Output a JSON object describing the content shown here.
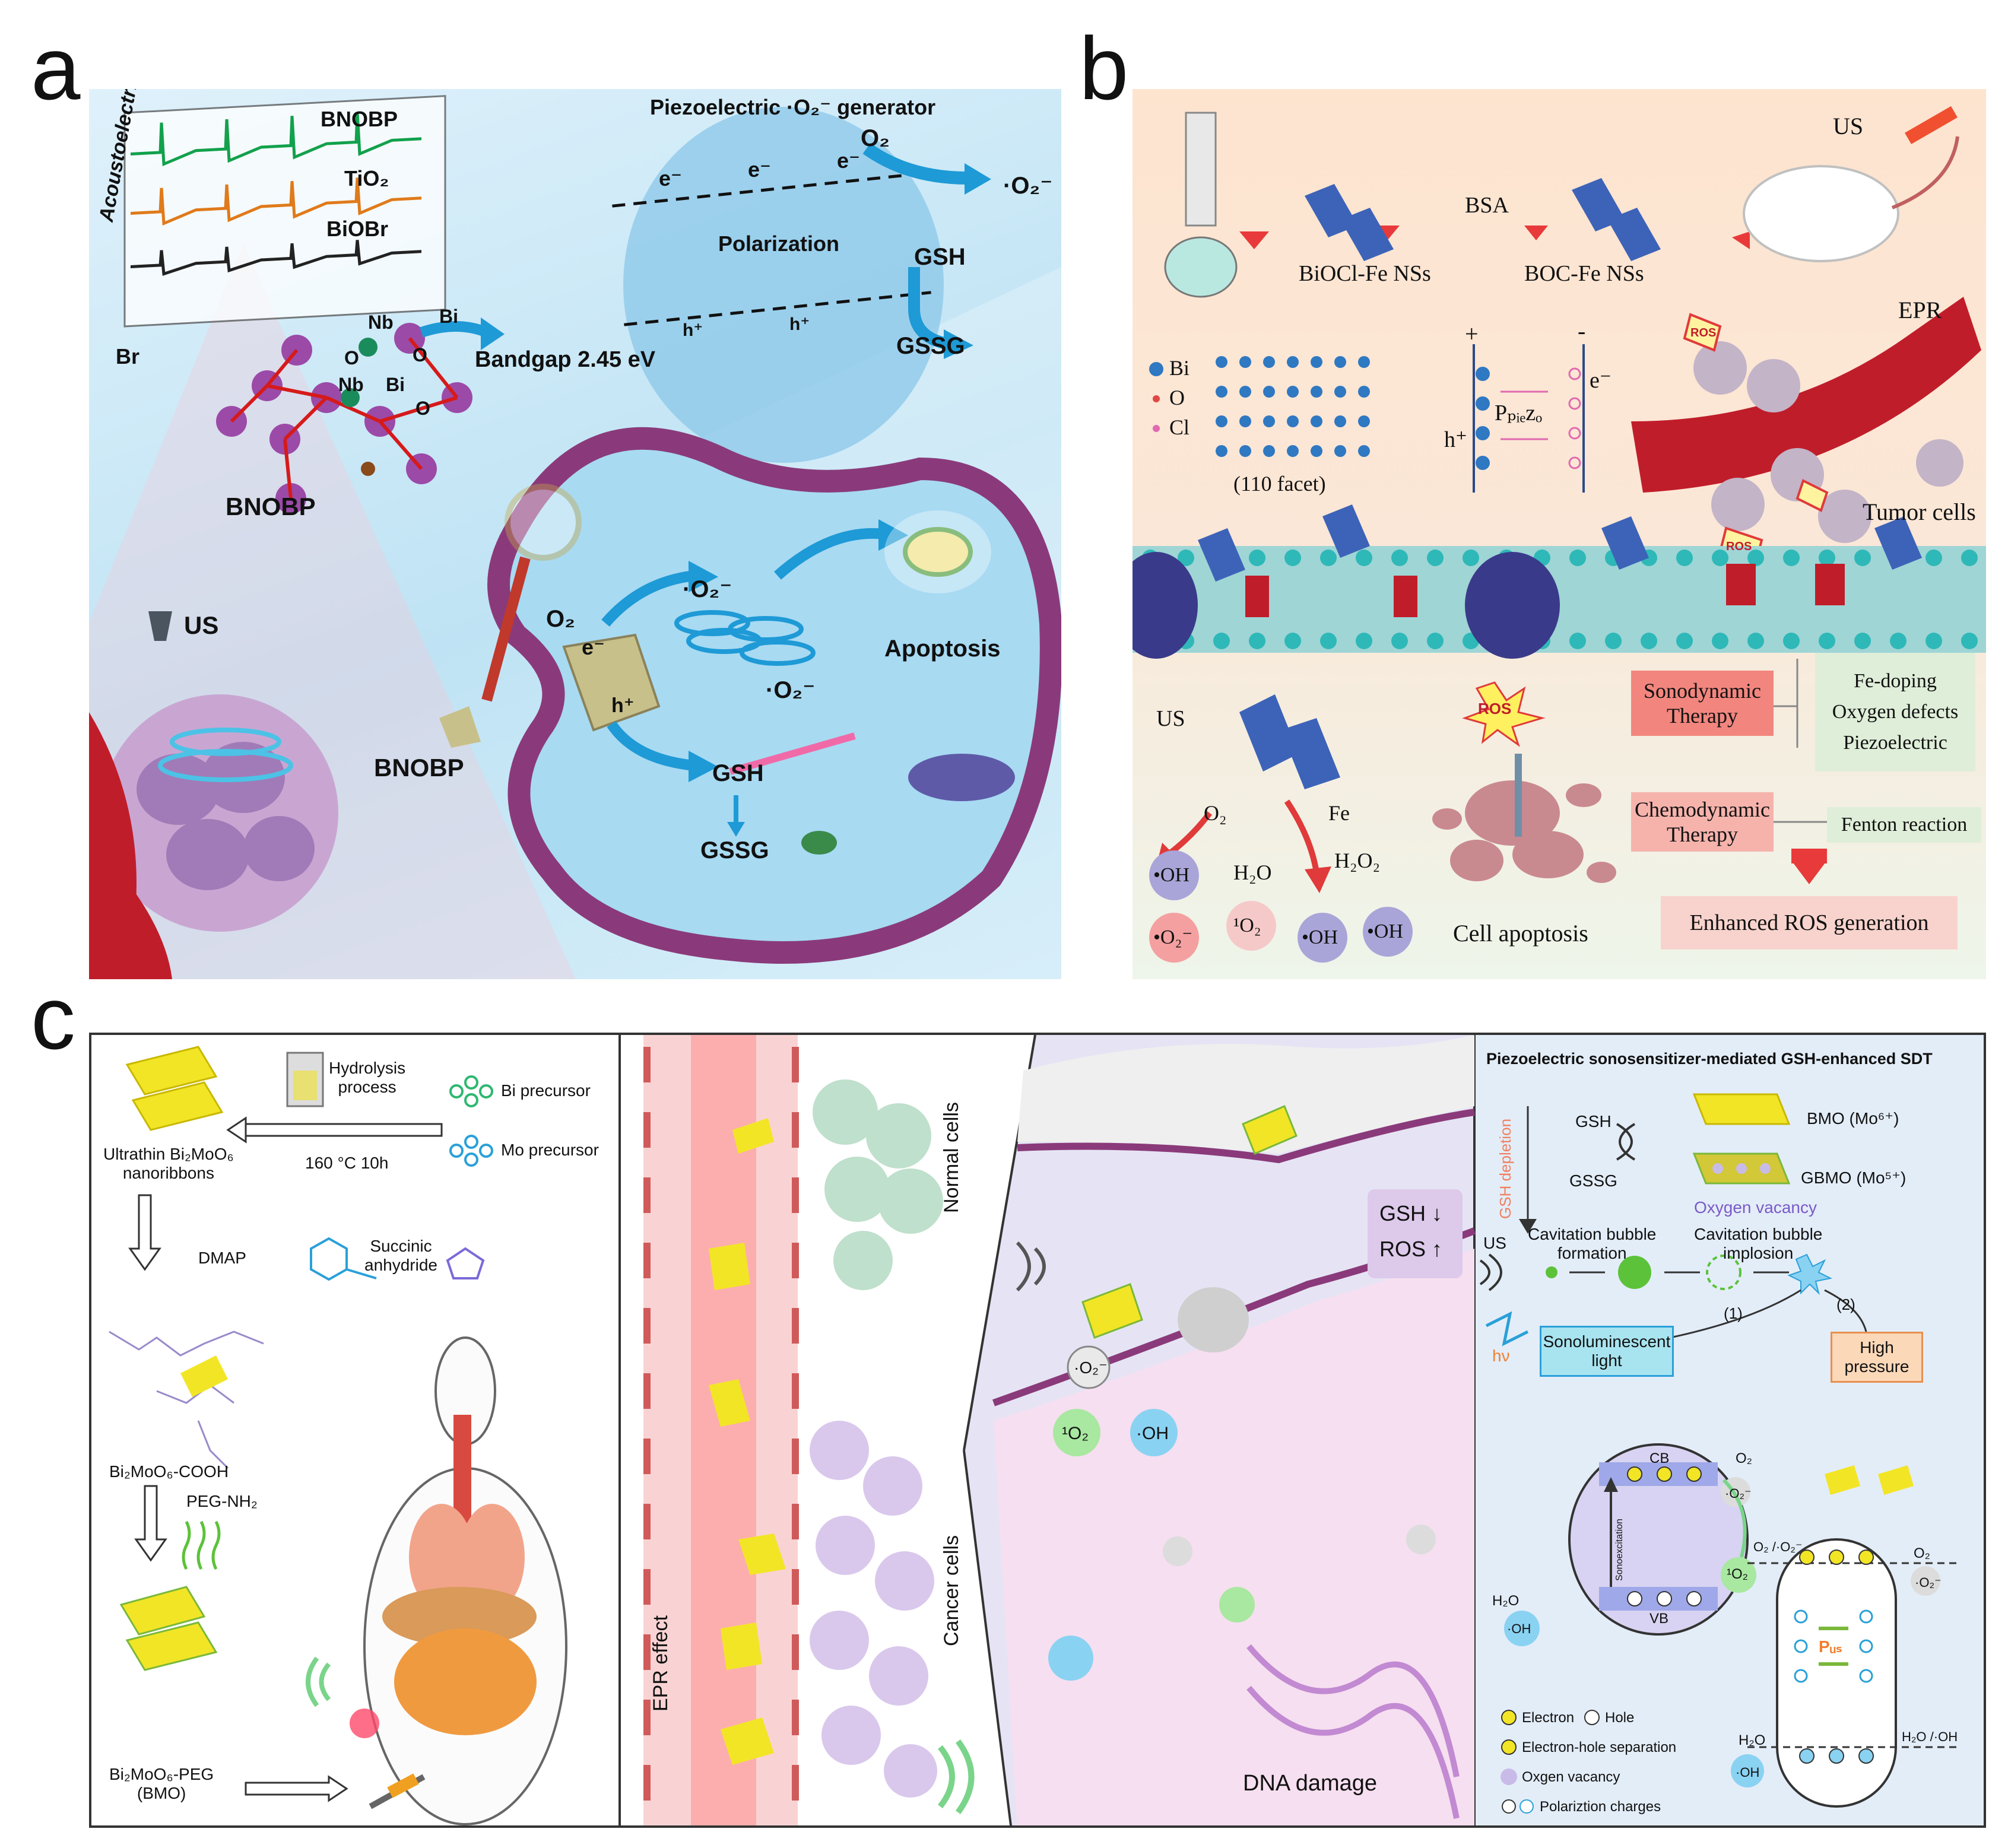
{
  "colors": {
    "panel_a_bg": "#cfe9f6",
    "panel_b_top": "#fde4cf",
    "panel_b_bottom": "#eef5ea",
    "cell_membrane": "#8a3a7a",
    "vessel_red": "#c01d2a",
    "arrow_blue": "#1e9ad6",
    "arrow_red": "#e03a3a",
    "nanosheet_blue": "#3d63b8",
    "nanoribbon_yellow": "#f2e526",
    "panel_c_right_bg": "#e3edf8"
  },
  "panel_a": {
    "letter": "a",
    "acoustoelectric_label": "Acoustoelectric",
    "trace_labels": [
      "BNOBP",
      "TiO₂",
      "BiOBr"
    ],
    "generator_title": "Piezoelectric ·O₂⁻ generator",
    "o2": "O₂",
    "superoxide": "·O₂⁻",
    "electron": "e⁻",
    "hole": "h⁺",
    "polarization": "Polarization",
    "gsh": "GSH",
    "gssg": "GSSG",
    "atoms": [
      "Nb",
      "O",
      "Nb",
      "O",
      "Bi",
      "Bi",
      "O",
      "Br"
    ],
    "bandgap": "Bandgap 2.45 eV",
    "material": "BNOBP",
    "us": "US",
    "apoptosis": "Apoptosis",
    "o2_e": "O₂",
    "icons": [
      "ultrasound-probe-icon",
      "magnifier-icon",
      "mitochondria-icon",
      "tumor-icon",
      "blood-vessel-icon"
    ]
  },
  "panel_b": {
    "letter": "b",
    "step1": "BiOCl-Fe NSs",
    "bsa": "BSA",
    "step2": "BOC-Fe NSs",
    "us": "US",
    "epr": "EPR",
    "ros": "ROS",
    "tumor_cells": "Tumor cells",
    "legend": [
      "Bi",
      "O",
      "Cl"
    ],
    "facet": "(110 facet)",
    "plus": "+",
    "minus": "-",
    "e_minus": "e⁻",
    "h_plus": "h⁺",
    "p_piezo": "Pₚᵢₑzₒ",
    "o2": "O₂",
    "fe": "Fe",
    "h2o": "H₂O",
    "h2o2": "H₂O₂",
    "oh": "•OH",
    "o2_radical": "•O₂⁻",
    "singlet": "¹O₂",
    "cell_apoptosis": "Cell apoptosis",
    "sonodynamic": "Sonodynamic Therapy",
    "chemodynamic": "Chemodynamic Therapy",
    "mechanisms": [
      "Fe-doping",
      "Oxygen defects",
      "Piezoelectric"
    ],
    "fenton": "Fenton reaction",
    "enhanced": "Enhanced ROS generation"
  },
  "panel_c": {
    "letter": "c",
    "hydrolysis": "Hydrolysis\nprocess",
    "bi_precursor": "Bi precursor",
    "mo_precursor": "Mo precursor",
    "conditions": "160 °C  10h",
    "nanoribbons": "Ultrathin Bi₂MoO₆\nnanoribbons",
    "dmap": "DMAP",
    "succinic": "Succinic\nanhydride",
    "cooh": "Bi₂MoO₆-COOH",
    "peg_nh2": "PEG-NH₂",
    "peg": "Bi₂MoO₆-PEG\n(BMO)",
    "normal_cells": "Normal cells",
    "cancer_cells": "Cancer cells",
    "epr_effect": "EPR effect",
    "gsh_down": "GSH ↓",
    "ros_up": "ROS ↑",
    "o2_minus": "·O₂⁻",
    "singlet": "¹O₂",
    "oh": "·OH",
    "dna_damage": "DNA damage",
    "right_title": "Piezoelectric sonosensitizer-mediated GSH-enhanced SDT",
    "gsh_depletion": "GSH depletion",
    "gsh": "GSH",
    "gssg": "GSSG",
    "bmo": "BMO (Mo⁶⁺)",
    "gbmo": "GBMO (Mo⁵⁺)",
    "oxygen_vacancy": "Oxygen vacancy",
    "us": "US",
    "bubble_formation": "Cavitation bubble\nformation",
    "bubble_implosion": "Cavitation bubble\nimplosion",
    "step1": "(1)",
    "step2": "(2)",
    "hv": "hν",
    "sonoluminescent": "Sonoluminescent\nlight",
    "high_pressure": "High\npressure",
    "cb": "CB",
    "vb": "VB",
    "sonoexcitation": "Sonoexcitation",
    "o2": "O₂",
    "h2o": "H₂O",
    "o2_pair": "O₂ /·O₂⁻",
    "h2o_oh": "H₂O /·OH",
    "pus": "Pᵤₛ",
    "legend": [
      "Electron",
      "Hole",
      "Electron-hole separation",
      "Oxgen vacancy",
      "Polariztion charges"
    ]
  }
}
